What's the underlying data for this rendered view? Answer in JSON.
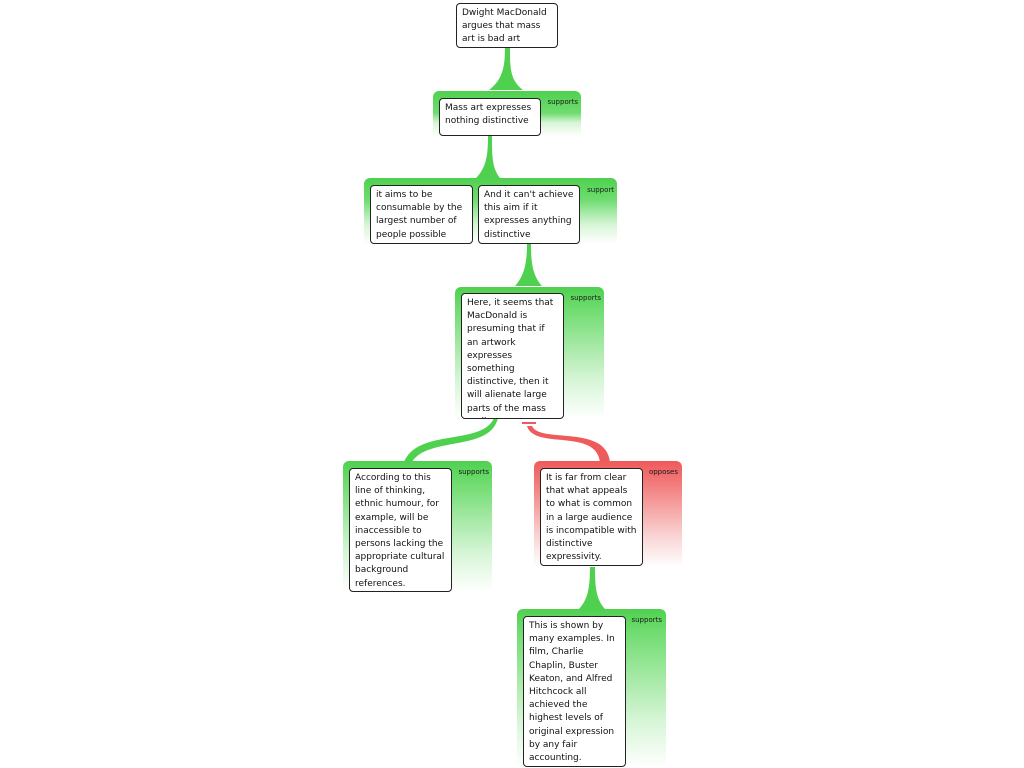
{
  "colors": {
    "support": "#4fd04f",
    "oppose": "#ef5a5a"
  },
  "map": {
    "claim": {
      "text": "Dwight MacDonald argues that mass art is bad art"
    },
    "reason_1": {
      "label": "supports",
      "premises": [
        "Mass art expresses nothing distinctive"
      ]
    },
    "reason_2": {
      "label": "support",
      "premises": [
        "it aims to be consumable by the largest number of people possible",
        "And it can't achieve this aim if it expresses anything distinctive"
      ]
    },
    "reason_3": {
      "label": "supports",
      "premises": [
        "Here, it seems that MacDonald is presuming that if an artwork expresses something distinctive, then it will alienate large parts of the mass audience"
      ]
    },
    "reason_4": {
      "label": "supports",
      "premises": [
        "According to this line of thinking, ethnic humour, for example, will be inaccessible to persons lacking the appropriate cultural background references."
      ]
    },
    "objection_1": {
      "label": "opposes",
      "premises": [
        "It is far from clear that what appeals to what is common in a large audience is incompatible with distinctive expressivity."
      ]
    },
    "reason_5": {
      "label": "supports",
      "premises": [
        "This is shown by many examples. In film, Charlie Chaplin, Buster Keaton, and Alfred Hitchcock all achieved the highest levels of original expression by any fair accounting."
      ]
    }
  }
}
